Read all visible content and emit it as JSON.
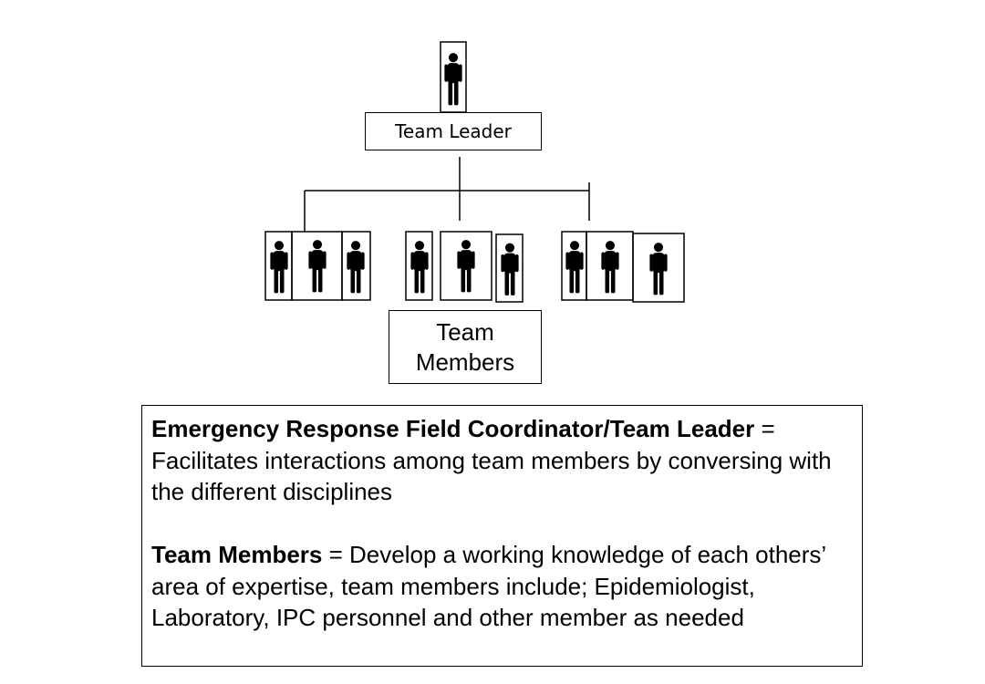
{
  "leader": {
    "label": "Team Leader"
  },
  "members": {
    "label_line1": "Team",
    "label_line2": "Members"
  },
  "description": {
    "leader_term": "Emergency Response Field Coordinator/Team Leader",
    "leader_text": " = Facilitates interactions among team members by conversing with the different disciplines",
    "members_term": "Team Members",
    "members_text": " = Develop a working knowledge of each others’ area of expertise, team members include; Epidemiologist, Laboratory, IPC personnel and other member as needed"
  },
  "icons": {
    "person": "person-icon"
  },
  "colors": {
    "line": "#000000",
    "background": "#ffffff"
  }
}
